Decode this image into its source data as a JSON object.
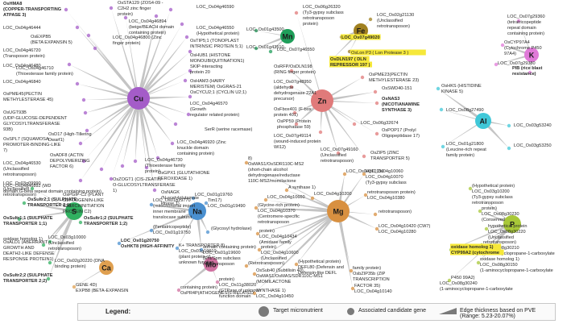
{
  "hubs": [
    {
      "id": "Cu",
      "label": "Cu",
      "color": "#a45cc8"
    },
    {
      "id": "Mn",
      "label": "Mn",
      "color": "#1f9e5a"
    },
    {
      "id": "Fe",
      "label": "Fe",
      "color": "#a08020"
    },
    {
      "id": "K",
      "label": "K",
      "color": "#e07ad8"
    },
    {
      "id": "Zn",
      "label": "Zn",
      "color": "#e07a7a"
    },
    {
      "id": "Al",
      "label": "Al",
      "color": "#40c8d8"
    },
    {
      "id": "S",
      "label": "S",
      "color": "#30b060"
    },
    {
      "id": "Na",
      "label": "Na",
      "color": "#4a90d0"
    },
    {
      "id": "Mg",
      "label": "Mg",
      "color": "#d89040"
    },
    {
      "id": "P",
      "label": "P",
      "color": "#a8c838"
    },
    {
      "id": "Mo",
      "label": "Mo",
      "color": "#d070a0"
    },
    {
      "id": "Ca",
      "label": "Ca",
      "color": "#e0a050"
    }
  ],
  "genes": [
    {
      "hub": "Cu",
      "label": "OsHMA8"
    },
    {
      "hub": "Cu",
      "label": "(COPPER-TRANSPORTING"
    },
    {
      "hub": "Cu",
      "label": "ATPASE 3)"
    },
    {
      "hub": "Cu",
      "label": "LOC_Os04g46444"
    },
    {
      "hub": "Cu",
      "label": "OsEXPB5"
    },
    {
      "hub": "Cu",
      "label": "(BETA EXPANSIN 5)"
    },
    {
      "hub": "Cu",
      "label": "LOC_Os04g46720"
    },
    {
      "hub": "Cu",
      "label": "(Transposon protein)"
    },
    {
      "hub": "Cu",
      "label": "LOC_Os04g46480"
    },
    {
      "hub": "Cu",
      "label": "LOC_Os04g46840"
    },
    {
      "hub": "Cu",
      "label": "LOC_Os04g46710"
    },
    {
      "hub": "Cu",
      "label": "(Thioesterase family protein)"
    },
    {
      "hub": "Cu",
      "label": "OsPME45(PECTIN"
    },
    {
      "hub": "Cu",
      "label": "METHYLESTERASE 45)"
    },
    {
      "hub": "Cu",
      "label": "OsUGT93B"
    },
    {
      "hub": "Cu",
      "label": "(UDP-GLUCOSE-DEPENDENT"
    },
    {
      "hub": "Cu",
      "label": "GLYCOSYLTRANSFERASE"
    },
    {
      "hub": "Cu",
      "label": "93B)"
    },
    {
      "hub": "Cu",
      "label": "OsD17 (High-Tillering"
    },
    {
      "hub": "Cu",
      "label": "Dwarf1)"
    },
    {
      "hub": "Cu",
      "label": "OsSPL7 (SQUAMOSA"
    },
    {
      "hub": "Cu",
      "label": "PROMOTER-BINDING-LIKE"
    },
    {
      "hub": "Cu",
      "label": "7)"
    },
    {
      "hub": "Cu",
      "label": "LOC_Os04g46530"
    },
    {
      "hub": "Cu",
      "label": "(Unclassified"
    },
    {
      "hub": "Cu",
      "label": "retrotransposon)"
    },
    {
      "hub": "Cu",
      "label": "LOC_Os04g46892 (WD"
    },
    {
      "hub": "Cu",
      "label": "domain,G-beta repeat domain containing protein)"
    },
    {
      "hub": "Cu",
      "label": "OsSTA129 (ZOS4-09 -"
    },
    {
      "hub": "Cu",
      "label": "C2H2 zinc finger"
    },
    {
      "hub": "Cu",
      "label": "protein)"
    },
    {
      "hub": "Cu",
      "label": "LOC_Os04g46894"
    },
    {
      "hub": "Cu",
      "label": "(beige/BEACH domain"
    },
    {
      "hub": "Cu",
      "label": "containing protein)"
    },
    {
      "hub": "Cu",
      "label": "LOC_Os04g46800 (Zinc"
    },
    {
      "hub": "Cu",
      "label": "finger protein)"
    },
    {
      "hub": "Cu",
      "label": "LOC_Os04g46590"
    },
    {
      "hub": "Cu",
      "label": "LOC_Os04g46550"
    },
    {
      "hub": "Cu",
      "label": "(Hypothetical protein)"
    },
    {
      "hub": "Cu",
      "label": "OsTIP5;1 (TONOPLAST"
    },
    {
      "hub": "Cu",
      "label": "INTRINSIC PROTEIN 5;1)"
    },
    {
      "hub": "Cu",
      "label": "OsHUB1 (HISTONE"
    },
    {
      "hub": "Cu",
      "label": "MONOUBIQUITINATION1)"
    },
    {
      "hub": "Cu",
      "label": "SKIP-interacting"
    },
    {
      "hub": "Cu",
      "label": "protein 20"
    },
    {
      "hub": "Cu",
      "label": "OsHAM3 (HAIRY"
    },
    {
      "hub": "Cu",
      "label": "MERISTEM) OsGRAS-21"
    },
    {
      "hub": "Cu",
      "label": "OsCYCU2;1 (CYCLIN U2;1)"
    },
    {
      "hub": "Cu",
      "label": "LOC_Os04g46570"
    },
    {
      "hub": "Cu",
      "label": "(Growth"
    },
    {
      "hub": "Cu",
      "label": "regulator related protein)"
    },
    {
      "hub": "Cu",
      "label": "SerR (serine racemase)"
    },
    {
      "hub": "Cu",
      "label": "LOC_Os04g46920 (Zinc"
    },
    {
      "hub": "Cu",
      "label": "knuckle domain"
    },
    {
      "hub": "Cu",
      "label": "containing protein)"
    },
    {
      "hub": "Cu",
      "label": "LOC_Os04g46730"
    },
    {
      "hub": "Cu",
      "label": "(Thioesterase family"
    },
    {
      "hub": "Cu",
      "label": "protein)"
    },
    {
      "hub": "Cu",
      "label": "OsGPX1 (GLUTATHIONE"
    },
    {
      "hub": "Cu",
      "label": "PEROXIDASE 1)"
    },
    {
      "hub": "Cu",
      "label": "OsADF8 (ACTIN"
    },
    {
      "hub": "Cu",
      "label": "DEPOLYMERIZING"
    },
    {
      "hub": "Cu",
      "label": "FACTOR 6)"
    },
    {
      "hub": "Cu",
      "label": "OsZOGT1 (CIS-ZEATIN"
    },
    {
      "hub": "Cu",
      "label": "O-GLUCOSYLTRANSFERASE"
    },
    {
      "hub": "Cu",
      "label": "1)"
    },
    {
      "hub": "Cu",
      "label": "OsNAGK"
    },
    {
      "hub": "Cu",
      "label": "(N-acetylglutamate"
    },
    {
      "hub": "Cu",
      "label": "kinase 1)"
    },
    {
      "hub": "Cu",
      "label": "OsPGIP-C2 (PLANT"
    },
    {
      "hub": "Cu",
      "label": "GLYCOGENIN-LIKE"
    },
    {
      "hub": "Cu",
      "label": "STARCHINITIATION"
    },
    {
      "hub": "Cu",
      "label": "PROTEIN C2)"
    },
    {
      "hub": "Mn",
      "label": "LOC_Os01g43500"
    },
    {
      "hub": "Mn",
      "label": "LOC_Os01g43510"
    },
    {
      "hub": "Mn",
      "label": "LOC_Os07g46550"
    },
    {
      "hub": "Fe",
      "label": "LOC_Os02g21130"
    },
    {
      "hub": "Fe",
      "label": "(Unclassified"
    },
    {
      "hub": "Fe",
      "label": "retrotransposon)"
    },
    {
      "hub": "Fe",
      "label": "LOC_Os07g49020"
    },
    {
      "hub": "Fe",
      "label": "OsDLN197 ( DLN"
    },
    {
      "hub": "Fe",
      "label": "REPRESSOR 197 )"
    },
    {
      "hub": "Fe",
      "label": "OsLon P3 ( Lon Protease 3 )"
    },
    {
      "hub": "K",
      "label": "LOC_Os07g29360"
    },
    {
      "hub": "K",
      "label": "(tetratricopeptide"
    },
    {
      "hub": "K",
      "label": "repeat domain"
    },
    {
      "hub": "K",
      "label": "containing protein)"
    },
    {
      "hub": "K",
      "label": "OsCYP97A4"
    },
    {
      "hub": "K",
      "label": "(Cytochrome P450"
    },
    {
      "hub": "K",
      "label": "97A4)"
    },
    {
      "hub": "K",
      "label": "LOC_Os07g29380"
    },
    {
      "hub": "K",
      "label": "PIB (rice blast"
    },
    {
      "hub": "K",
      "label": "resistance)"
    },
    {
      "hub": "Zn",
      "label": "LOC_Os06g26320"
    },
    {
      "hub": "Zn",
      "label": "(Ty3-gypsy subclass"
    },
    {
      "hub": "Zn",
      "label": "retrotransposon"
    },
    {
      "hub": "Zn",
      "label": "protein)"
    },
    {
      "hub": "Zn",
      "label": "OsRFP/OsDLN198"
    },
    {
      "hub": "Zn",
      "label": "(RING finger protein)"
    },
    {
      "hub": "Zn",
      "label": "OsPME23(PECTIN"
    },
    {
      "hub": "Zn",
      "label": "METHYLESTERASE 23)"
    },
    {
      "hub": "Zn",
      "label": "LOC_Os07g48950"
    },
    {
      "hub": "Zn",
      "label": "(aldehyde"
    },
    {
      "hub": "Zn",
      "label": "dehydrogenase 22A1"
    },
    {
      "hub": "Zn",
      "label": "precursor)"
    },
    {
      "hub": "Zn",
      "label": "OsSWD40-151"
    },
    {
      "hub": "Zn",
      "label": "OsFbox401 (F-box"
    },
    {
      "hub": "Zn",
      "label": "protein 401)"
    },
    {
      "hub": "Zn",
      "label": "OsNAS3"
    },
    {
      "hub": "Zn",
      "label": "(NICOTIANAMINE"
    },
    {
      "hub": "Zn",
      "label": "SYNTHASE 3)"
    },
    {
      "hub": "Zn",
      "label": "OsPP59 (Protein"
    },
    {
      "hub": "Zn",
      "label": "phosphatase 59)"
    },
    {
      "hub": "Zn",
      "label": "LOC_Os07g49114"
    },
    {
      "hub": "Zn",
      "label": "(wound-induced protein"
    },
    {
      "hub": "Zn",
      "label": "WI12)"
    },
    {
      "hub": "Zn",
      "label": "LOC_Os06g32674"
    },
    {
      "hub": "Zn",
      "label": "OsPOP17 (Prolyl"
    },
    {
      "hub": "Zn",
      "label": "Oligopeptidase 17)"
    },
    {
      "hub": "Zn",
      "label": "LOC_Os07g49160"
    },
    {
      "hub": "Zn",
      "label": "(Unclassified"
    },
    {
      "hub": "Zn",
      "label": "retrotransposon)"
    },
    {
      "hub": "Zn",
      "label": "OsZIP5 (ZINC"
    },
    {
      "hub": "Zn",
      "label": "TRANSPORTER 5)"
    },
    {
      "hub": "Al",
      "label": "LOC_Os08g27490"
    },
    {
      "hub": "Al",
      "label": "OsHKS (HISTIDINE"
    },
    {
      "hub": "Al",
      "label": "KINASE 5)"
    },
    {
      "hub": "Al",
      "label": "LOC_Os03g53240"
    },
    {
      "hub": "Al",
      "label": "LOC_Os01g21800"
    },
    {
      "hub": "Al",
      "label": "(Leucine-rich repeat"
    },
    {
      "hub": "Al",
      "label": "family protein)"
    },
    {
      "hub": "Al",
      "label": "LOC_Os03g53250"
    },
    {
      "hub": "S",
      "label": "LOC_Os03g09990"
    },
    {
      "hub": "S",
      "label": "(Unclassified"
    },
    {
      "hub": "S",
      "label": "retrotransposon)"
    },
    {
      "hub": "S",
      "label": "OsSultr2;1 (SULPHATE"
    },
    {
      "hub": "S",
      "label": "TRANSPORTER 2;1)"
    },
    {
      "hub": "S",
      "label": "OsSultr1;1 (SULPHATE"
    },
    {
      "hub": "S",
      "label": "TRANSPORTER 1;1)"
    },
    {
      "hub": "S",
      "label": "OsSultr1;2 (SULPHATE"
    },
    {
      "hub": "S",
      "label": "TRANSPORTER 1;2)"
    },
    {
      "hub": "S",
      "label": "OsALD1 (ABERRANT"
    },
    {
      "hub": "S",
      "label": "GROWTH AND"
    },
    {
      "hub": "S",
      "label": "DEATH2-LIKE DEFENSE"
    },
    {
      "hub": "S",
      "label": "RESPONSE PROTEIN1)"
    },
    {
      "hub": "S",
      "label": "LOC_Os03g10000"
    },
    {
      "hub": "S",
      "label": "(Unclassified"
    },
    {
      "hub": "S",
      "label": "retrotransposon)"
    },
    {
      "hub": "S",
      "label": "LOC_Os02g20220 (DNA"
    },
    {
      "hub": "S",
      "label": "binding protein)"
    },
    {
      "hub": "S",
      "label": "OsSultr2;2 (SULPHATE"
    },
    {
      "hub": "S",
      "label": "TRANSPORTER 2;2)"
    },
    {
      "hub": "Na",
      "label": "LOC_Os01g19760"
    },
    {
      "hub": "Na",
      "label": "LOC_Os01g19770"
    },
    {
      "hub": "Na",
      "label": "(mitochondrial import"
    },
    {
      "hub": "Na",
      "label": "inner membrane"
    },
    {
      "hub": "Na",
      "label": "translocase subunit"
    },
    {
      "hub": "Na",
      "label": "Tim17)"
    },
    {
      "hub": "Na",
      "label": "LOC_Os01g19490"
    },
    {
      "hub": "Na",
      "label": "(Pentatricopeptide)"
    },
    {
      "hub": "Na",
      "label": "LOC_Os01g19750"
    },
    {
      "hub": "Na",
      "label": "(Glycosyl hydrolase)"
    },
    {
      "hub": "Na",
      "label": "LOC_Os01g20750"
    },
    {
      "hub": "Na",
      "label": "OsHKT8 (HIGH-AFFINITY"
    },
    {
      "hub": "Na",
      "label": "K+ TRANSPORTER 8)"
    },
    {
      "hub": "Na",
      "label": "LOC_Os01g19610"
    },
    {
      "hub": "Na",
      "label": "(plant protein of"
    },
    {
      "hub": "Na",
      "label": "unknown function"
    },
    {
      "hub": "Na",
      "label": "domain containing protein)"
    },
    {
      "hub": "Na",
      "label": "LOC_Os01g19600"
    },
    {
      "hub": "Na",
      "label": "(Ent/Spm subclass"
    },
    {
      "hub": "Na",
      "label": "retrotransposon"
    },
    {
      "hub": "Na",
      "label": "protein)"
    },
    {
      "hub": "Mo",
      "label": "LOC_Os11g38020"
    },
    {
      "hub": "Mo",
      "label": "(GTPase of unknown"
    },
    {
      "hub": "Mo",
      "label": "function domain"
    },
    {
      "hub": "Mo",
      "label": "containing protein)"
    },
    {
      "hub": "Mo",
      "label": "OsPR4P(ATHOGENESIS-RELATED"
    },
    {
      "hub": "Mo",
      "label": "GENE 4D)"
    },
    {
      "hub": "Ca",
      "label": "EXPB8 (BETA-EXPANSIN"
    },
    {
      "hub": "Ca",
      "label": "8)"
    },
    {
      "hub": "Mg",
      "label": "OsMAS1/OsSDR110C-MS2"
    },
    {
      "hub": "Mg",
      "label": "(short-chain alcohol"
    },
    {
      "hub": "Mg",
      "label": "dehydrogenase/reductase"
    },
    {
      "hub": "Mg",
      "label": "110C-MS2/momilactone"
    },
    {
      "hub": "Mg",
      "label": "A synthase 1)"
    },
    {
      "hub": "Mg",
      "label": "LOC_Os04g10660"
    },
    {
      "hub": "Mg",
      "label": "LOC_Os04g10200"
    },
    {
      "hub": "Mg",
      "label": "LOC_Os04g10150"
    },
    {
      "hub": "Mg",
      "label": "LOC_Os04g10060"
    },
    {
      "hub": "Mg",
      "label": "LOC_Os04g10070"
    },
    {
      "hub": "Mg",
      "label": "(Ty3-gypsy subclass"
    },
    {
      "hub": "Mg",
      "label": "retrotransposon protein)"
    },
    {
      "hub": "Mg",
      "label": "LOC_Os04g10380"
    },
    {
      "hub": "Mg",
      "label": "(Glycine-rich protein)"
    },
    {
      "hub": "Mg",
      "label": "LOC_Os04g10370"
    },
    {
      "hub": "Mg",
      "label": "(Centromere-specific"
    },
    {
      "hub": "Mg",
      "label": "retrotransposon"
    },
    {
      "hub": "Mg",
      "label": "protein)"
    },
    {
      "hub": "Mg",
      "label": "LOC_Os04g10434"
    },
    {
      "hub": "Mg",
      "label": "(Amidase family"
    },
    {
      "hub": "Mg",
      "label": "protein)"
    },
    {
      "hub": "Mg",
      "label": "LOC_Os04g10600"
    },
    {
      "hub": "Mg",
      "label": "(Unclassified"
    },
    {
      "hub": "Mg",
      "label": "retrotransposon)"
    },
    {
      "hub": "Mg",
      "label": "LOC_Os04g10420 (CW7)"
    },
    {
      "hub": "Mg",
      "label": "LOC_Os04g10280"
    },
    {
      "hub": "Mg",
      "label": "(Retrotransposon)"
    },
    {
      "hub": "Mg",
      "label": "OsSub40 (Subtilisin 40)"
    },
    {
      "hub": "Mg",
      "label": "OsMAS1/OsMAS/SDR110C-MS1"
    },
    {
      "hub": "Mg",
      "label": "(MOMILACTONE"
    },
    {
      "hub": "Mg",
      "label": "SYNTHASE 1)"
    },
    {
      "hub": "Mg",
      "label": "LOC_Os04g10450"
    },
    {
      "hub": "Mg",
      "label": "(Hypothetical protein)"
    },
    {
      "hub": "Mg",
      "label": "DEFL80 (Defensin and"
    },
    {
      "hub": "Mg",
      "label": "Defensin-like DEFL"
    },
    {
      "hub": "Mg",
      "label": "family protein)"
    },
    {
      "hub": "Mg",
      "label": "OsbZIP35b (ZIP"
    },
    {
      "hub": "Mg",
      "label": "TRANSCRIPTION"
    },
    {
      "hub": "Mg",
      "label": "FACTOR 35)"
    },
    {
      "hub": "Mg",
      "label": "LOC_Os04g10140"
    },
    {
      "hub": "Mg",
      "label": "(Hypothetical protein)"
    },
    {
      "hub": "P",
      "label": "LOC_Os03g10200"
    },
    {
      "hub": "P",
      "label": "(Ty3-gypsy subclass"
    },
    {
      "hub": "P",
      "label": "retrotransposon"
    },
    {
      "hub": "P",
      "label": "protein)"
    },
    {
      "hub": "P",
      "label": "LOC_Os08g30230"
    },
    {
      "hub": "P",
      "label": "(Conserved"
    },
    {
      "hub": "P",
      "label": "hypothetical protein"
    },
    {
      "hub": "P",
      "label": "LOC_Os08g30220"
    },
    {
      "hub": "P",
      "label": "(Unclassified"
    },
    {
      "hub": "P",
      "label": "retrotransposon)"
    },
    {
      "hub": "P",
      "label": "LOC_Os08g30210"
    },
    {
      "hub": "P",
      "label": "(1-aminocyclopropane-1-carboxylate"
    },
    {
      "hub": "P",
      "label": "oxidase homolog 1)"
    },
    {
      "hub": "P",
      "label": "LOC_Os08g30150"
    },
    {
      "hub": "P",
      "label": "(1-aminocyclopropane-1-carboxylate"
    },
    {
      "hub": "P",
      "label": "oxidase homolog 1)"
    },
    {
      "hub": "P",
      "label": "CYP99A2 (cytochrome"
    },
    {
      "hub": "P",
      "label": "P450 99A2)"
    },
    {
      "hub": "P",
      "label": "LOC_Os08g30240"
    },
    {
      "hub": "P",
      "label": "(1-aminocyclopropane-1-carboxylate"
    },
    {
      "hub": "P",
      "label": "oxidase homolog 1)"
    }
  ],
  "legend": {
    "title": "Legend:",
    "target": "Target micronutrient",
    "gene": "Associated candidate gene",
    "edge": "Edge thickness based on PVE (Range: 5.23-20.07%)"
  }
}
